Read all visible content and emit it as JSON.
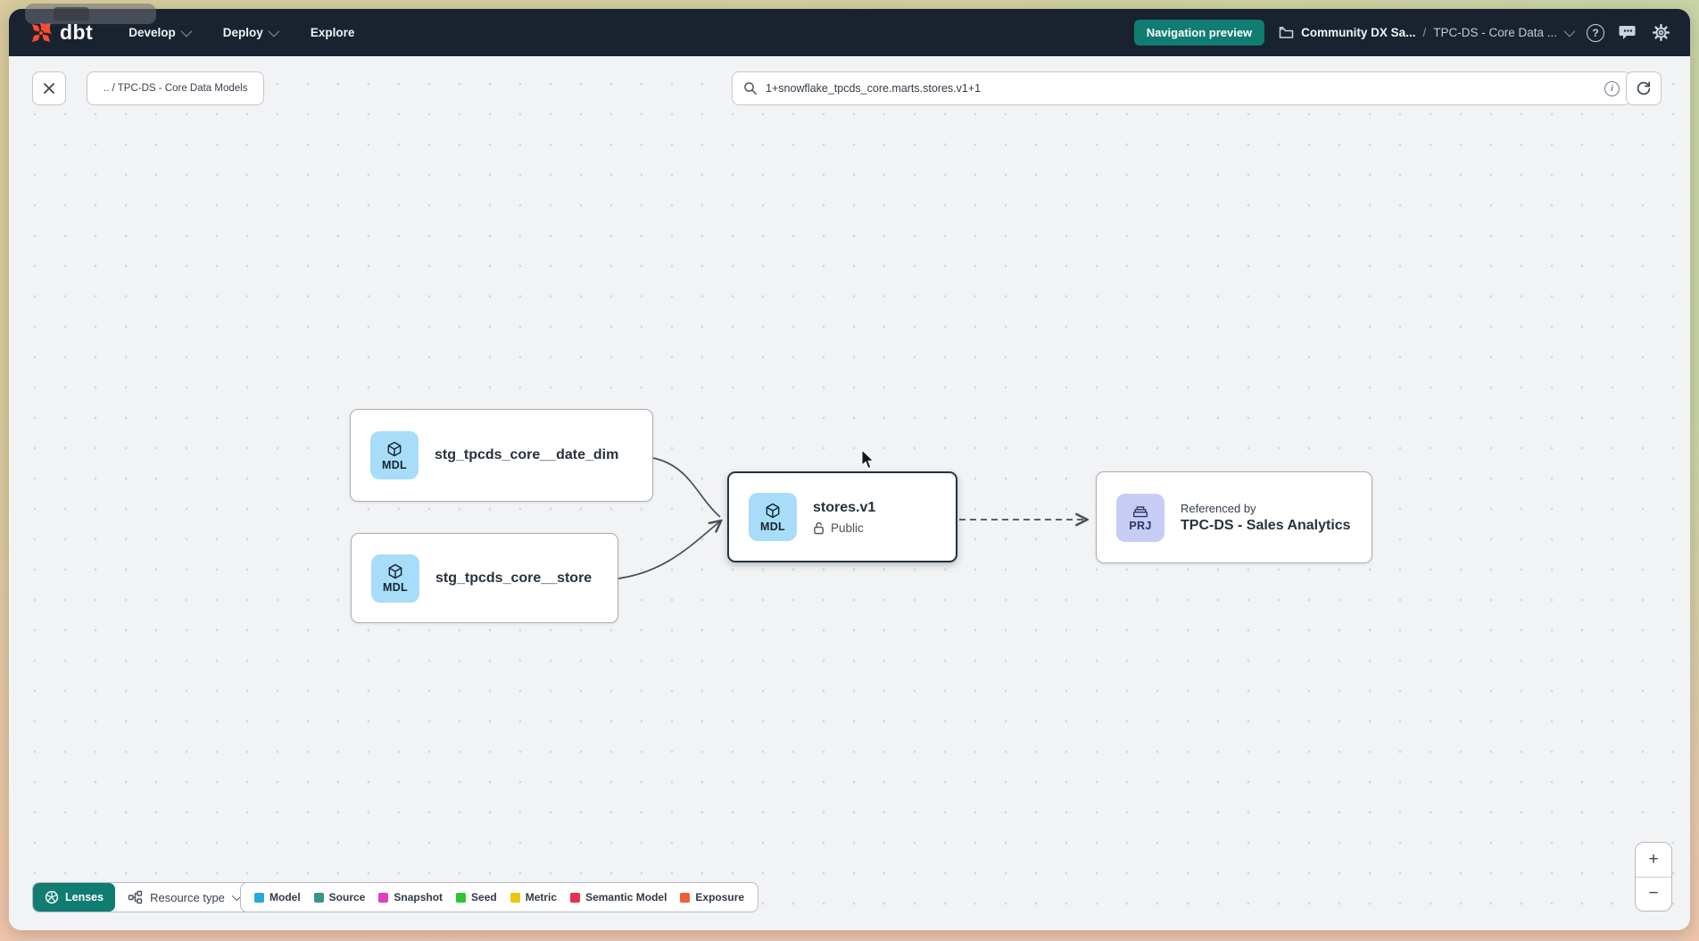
{
  "colors": {
    "accent_teal": "#107c72",
    "navbar_bg": "#19222f",
    "logo_orange": "#ff4b2e",
    "model_badge_bg": "#a7ddf8",
    "project_badge_bg": "#c6ccf4"
  },
  "navbar": {
    "logo_text": "dbt",
    "menus": {
      "develop": "Develop",
      "deploy": "Deploy",
      "explore": "Explore"
    },
    "preview_badge": "Navigation preview",
    "account": "Community DX Sa...",
    "separator": "/",
    "project": "TPC-DS - Core Data ..."
  },
  "toolbar": {
    "breadcrumb": ".. / TPC-DS - Core Data Models",
    "search_value": "1+snowflake_tpcds_core.marts.stores.v1+1"
  },
  "graph": {
    "nodes": [
      {
        "badge": "MDL",
        "title": "stg_tpcds_core__date_dim"
      },
      {
        "badge": "MDL",
        "title": "stg_tpcds_core__store"
      },
      {
        "badge": "MDL",
        "title": "stores.v1",
        "subtitle": "Public"
      },
      {
        "badge": "PRJ",
        "pretitle": "Referenced by",
        "title": "TPC-DS - Sales Analytics"
      }
    ]
  },
  "footer": {
    "lenses_label": "Lenses",
    "resource_type_label": "Resource type",
    "legend": [
      {
        "label": "Model",
        "color": "#29a8e0"
      },
      {
        "label": "Source",
        "color": "#3a948e"
      },
      {
        "label": "Snapshot",
        "color": "#e13ec4"
      },
      {
        "label": "Seed",
        "color": "#31c430"
      },
      {
        "label": "Metric",
        "color": "#e9c70f"
      },
      {
        "label": "Semantic Model",
        "color": "#e5314d"
      },
      {
        "label": "Exposure",
        "color": "#eb6038"
      }
    ],
    "zoom_in": "+",
    "zoom_out": "−"
  }
}
